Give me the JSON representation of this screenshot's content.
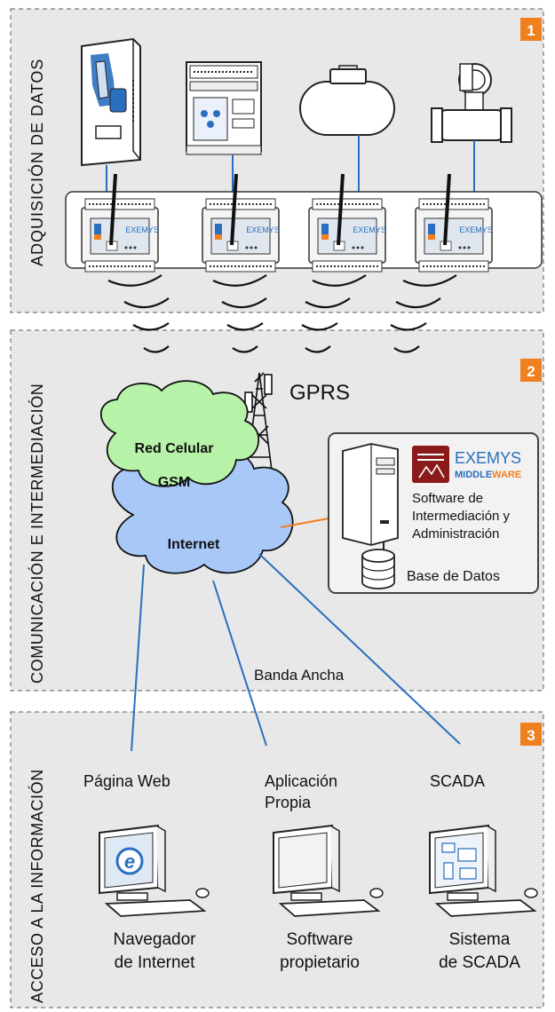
{
  "sections": [
    {
      "number": "1",
      "vertical_label": "ADQUISICIÓN DE DATOS"
    },
    {
      "number": "2",
      "vertical_label": "COMUNICACIÓN E INTERMEDIACIÓN"
    },
    {
      "number": "3",
      "vertical_label": "ACCESO A LA INFORMACIÓN"
    }
  ],
  "module_brand": "EXEMYS",
  "gprs_label": "GPRS",
  "clouds": {
    "gsm_line1": "Red Celular",
    "gsm_line2": "GSM",
    "internet": "Internet"
  },
  "middleware": {
    "brand": "EXEMYS",
    "sub_a": "MIDDLE",
    "sub_b": "WARE",
    "desc_line1": "Software de",
    "desc_line2": "Intermediación y",
    "desc_line3": "Administración",
    "db_label": "Base de Datos"
  },
  "banda_ancha": "Banda Ancha",
  "access": [
    {
      "top": "Página Web",
      "top2": "",
      "bottom1": "Navegador",
      "bottom2": "de Internet"
    },
    {
      "top": "Aplicación",
      "top2": "Propia",
      "bottom1": "Software",
      "bottom2": "propietario"
    },
    {
      "top": "SCADA",
      "top2": "",
      "bottom1": "Sistema",
      "bottom2": "de SCADA"
    }
  ],
  "colors": {
    "section_bg": "#e8e8e8",
    "badge": "#f07f1e",
    "gsm_cloud": "#b6f2a8",
    "internet_cloud": "#a8c8f8",
    "link_line": "#2a6fbf",
    "middleware_link": "#f07f1e",
    "exemys_red": "#8b1a1a",
    "exemys_blue": "#2a6fbf"
  }
}
